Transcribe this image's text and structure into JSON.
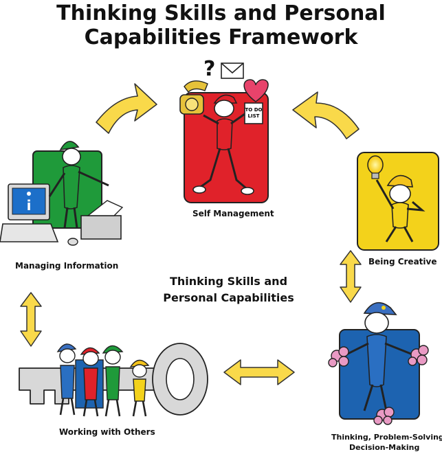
{
  "title": {
    "line1": "Thinking Skills and Personal",
    "line2": "Capabilities Framework"
  },
  "center": {
    "line1": "Thinking Skills and",
    "line2": "Personal Capabilities"
  },
  "nodes": {
    "self_management": {
      "label": "Self Management",
      "color": "#e0222a"
    },
    "managing_information": {
      "label": "Managing Information",
      "color": "#1f9a3a"
    },
    "being_creative": {
      "label": "Being Creative",
      "color": "#f3d21b"
    },
    "working_with_others": {
      "label": "Working with Others"
    },
    "thinking": {
      "label": "Thinking, Problem-Solving,",
      "label2": "Decision-Making",
      "color": "#1d63b0"
    }
  },
  "props": {
    "todo_line1": "TO DO",
    "todo_line2": "LIST",
    "question_mark": "?",
    "info_letter": "i"
  },
  "colors": {
    "arrow_fill": "#f9d94a",
    "arrow_stroke": "#333333"
  }
}
